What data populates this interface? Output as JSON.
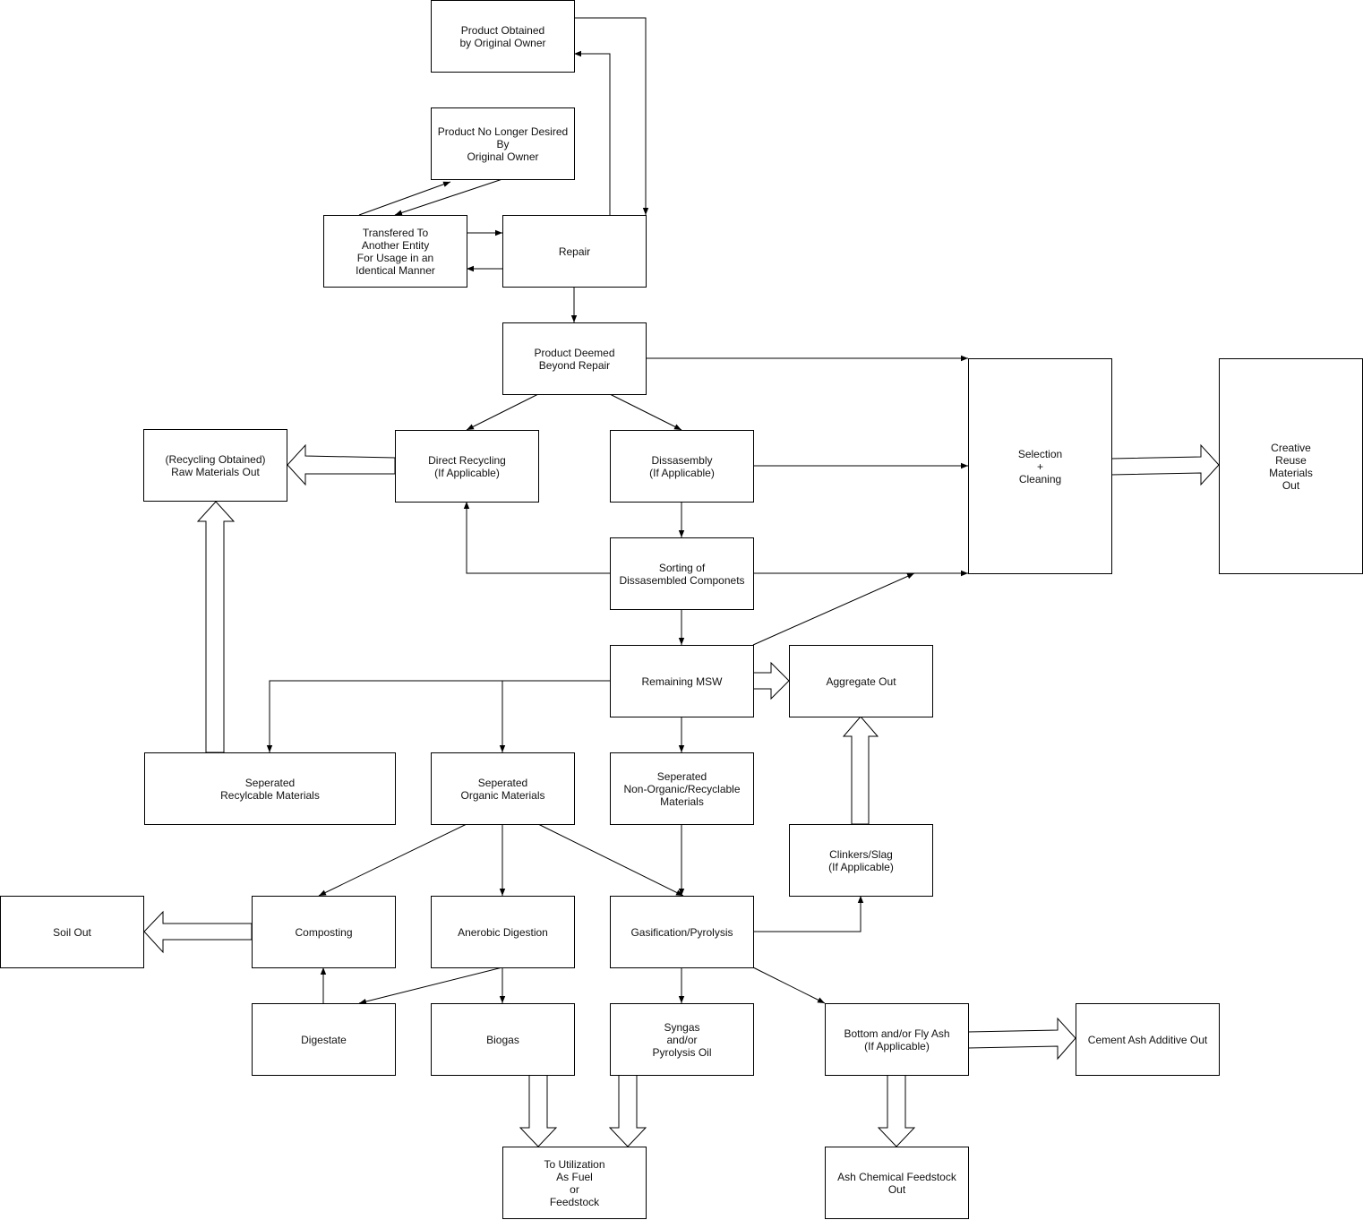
{
  "nodes": {
    "product_obtained": "Product Obtained\nby Original Owner",
    "no_longer_desired": "Product No Longer Desired\nBy\nOriginal Owner",
    "transfered": "Transfered To\nAnother Entity\nFor Usage in an\nIdentical Manner",
    "repair": "Repair",
    "beyond_repair": "Product Deemed\nBeyond Repair",
    "recycling_raw_out": "(Recycling Obtained)\nRaw Materials Out",
    "direct_recycling": "Direct Recycling\n(If Applicable)",
    "dissasembly": "Dissasembly\n(If Applicable)",
    "selection_cleaning": "Selection\n+\nCleaning",
    "creative_reuse_out": "Creative\nReuse\nMaterials\nOut",
    "sorting": "Sorting of\nDissasembled Componets",
    "remaining_msw": "Remaining MSW",
    "aggregate_out": "Aggregate Out",
    "sep_recyclable": "Seperated\nRecylcable Materials",
    "sep_organic": "Seperated\nOrganic Materials",
    "sep_nonorganic": "Seperated\nNon-Organic/Recyclable\nMaterials",
    "clinkers": "Clinkers/Slag\n(If Applicable)",
    "soil_out": "Soil Out",
    "composting": "Composting",
    "anerobic": "Anerobic Digestion",
    "gasification": "Gasification/Pyrolysis",
    "digestate": "Digestate",
    "biogas": "Biogas",
    "syngas": "Syngas\nand/or\nPyrolysis Oil",
    "ash": "Bottom and/or Fly Ash\n(If Applicable)",
    "cement_out": "Cement Ash Additive Out",
    "utilization": "To Utilization\nAs Fuel\nor\nFeedstock",
    "ash_feedstock_out": "Ash Chemical Feedstock Out"
  },
  "edges": [
    [
      "product_obtained",
      "repair"
    ],
    [
      "repair",
      "product_obtained"
    ],
    [
      "no_longer_desired",
      "transfered"
    ],
    [
      "transfered",
      "no_longer_desired"
    ],
    [
      "transfered",
      "repair"
    ],
    [
      "repair",
      "transfered"
    ],
    [
      "repair",
      "beyond_repair"
    ],
    [
      "beyond_repair",
      "selection_cleaning"
    ],
    [
      "beyond_repair",
      "direct_recycling"
    ],
    [
      "beyond_repair",
      "dissasembly"
    ],
    [
      "dissasembly",
      "selection_cleaning"
    ],
    [
      "dissasembly",
      "sorting"
    ],
    [
      "sorting",
      "direct_recycling"
    ],
    [
      "sorting",
      "selection_cleaning"
    ],
    [
      "sorting",
      "remaining_msw"
    ],
    [
      "remaining_msw",
      "selection_cleaning"
    ],
    [
      "remaining_msw",
      "sep_recyclable"
    ],
    [
      "remaining_msw",
      "sep_organic"
    ],
    [
      "remaining_msw",
      "sep_nonorganic"
    ],
    [
      "sep_organic",
      "composting"
    ],
    [
      "sep_organic",
      "anerobic"
    ],
    [
      "sep_organic",
      "gasification"
    ],
    [
      "sep_nonorganic",
      "gasification"
    ],
    [
      "gasification",
      "clinkers"
    ],
    [
      "anerobic",
      "digestate"
    ],
    [
      "anerobic",
      "biogas"
    ],
    [
      "digestate",
      "composting"
    ],
    [
      "gasification",
      "syngas"
    ],
    [
      "gasification",
      "ash"
    ]
  ],
  "outputs": [
    [
      "direct_recycling",
      "recycling_raw_out"
    ],
    [
      "sep_recyclable",
      "recycling_raw_out"
    ],
    [
      "selection_cleaning",
      "creative_reuse_out"
    ],
    [
      "remaining_msw",
      "aggregate_out"
    ],
    [
      "clinkers",
      "aggregate_out"
    ],
    [
      "composting",
      "soil_out"
    ],
    [
      "biogas",
      "utilization"
    ],
    [
      "syngas",
      "utilization"
    ],
    [
      "ash",
      "cement_out"
    ],
    [
      "ash",
      "ash_feedstock_out"
    ]
  ]
}
